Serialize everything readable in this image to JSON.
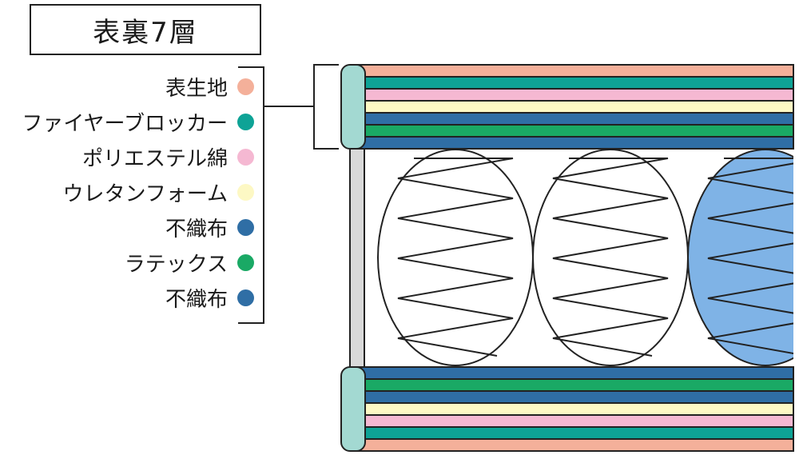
{
  "title": "表裏7層",
  "layers": [
    {
      "label": "表生地",
      "color": "#f4b09a"
    },
    {
      "label": "ファイヤーブロッカー",
      "color": "#0ea396"
    },
    {
      "label": "ポリエステル綿",
      "color": "#f5b8d2"
    },
    {
      "label": "ウレタンフォーム",
      "color": "#fdf8c4"
    },
    {
      "label": "不織布",
      "color": "#2f6ea5"
    },
    {
      "label": "ラテックス",
      "color": "#1aa965"
    },
    {
      "label": "不織布",
      "color": "#2f6ea5"
    }
  ],
  "colors": {
    "outline": "#222222",
    "edge_panel": "#a3d9d2",
    "spring_fill_highlight": "#7fb3e6",
    "frame_gray": "#d9d9d9"
  }
}
